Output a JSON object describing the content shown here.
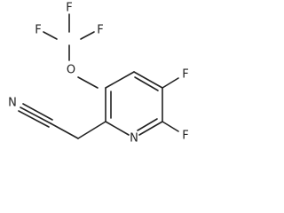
{
  "molecule": {
    "atoms": {
      "F_top_a": "F",
      "F_top_b": "F",
      "F_top_c": "F",
      "O_ether": "O",
      "F_ring_upper": "F",
      "F_ring_lower": "F",
      "N_ring": "N",
      "N_nitrile": "N"
    }
  }
}
